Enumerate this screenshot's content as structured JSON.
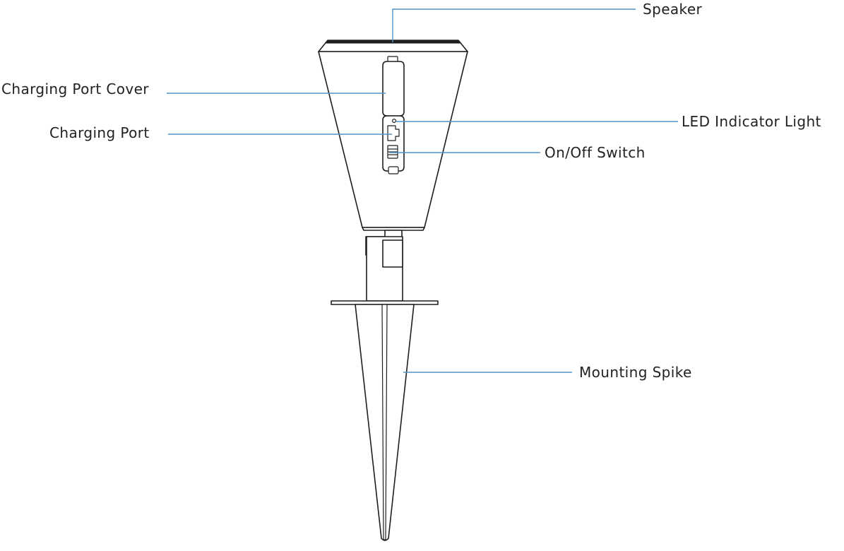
{
  "colors": {
    "leader_line": "#4f94c7",
    "outline": "#1e1e1e",
    "label_text": "#222222",
    "background": "#ffffff"
  },
  "callouts": {
    "speaker": "Speaker",
    "charging_port_cover": "Charging Port Cover",
    "charging_port": "Charging Port",
    "led_indicator_light": "LED Indicator Light",
    "on_off_switch": "On/Off Switch",
    "mounting_spike": "Mounting Spike"
  }
}
